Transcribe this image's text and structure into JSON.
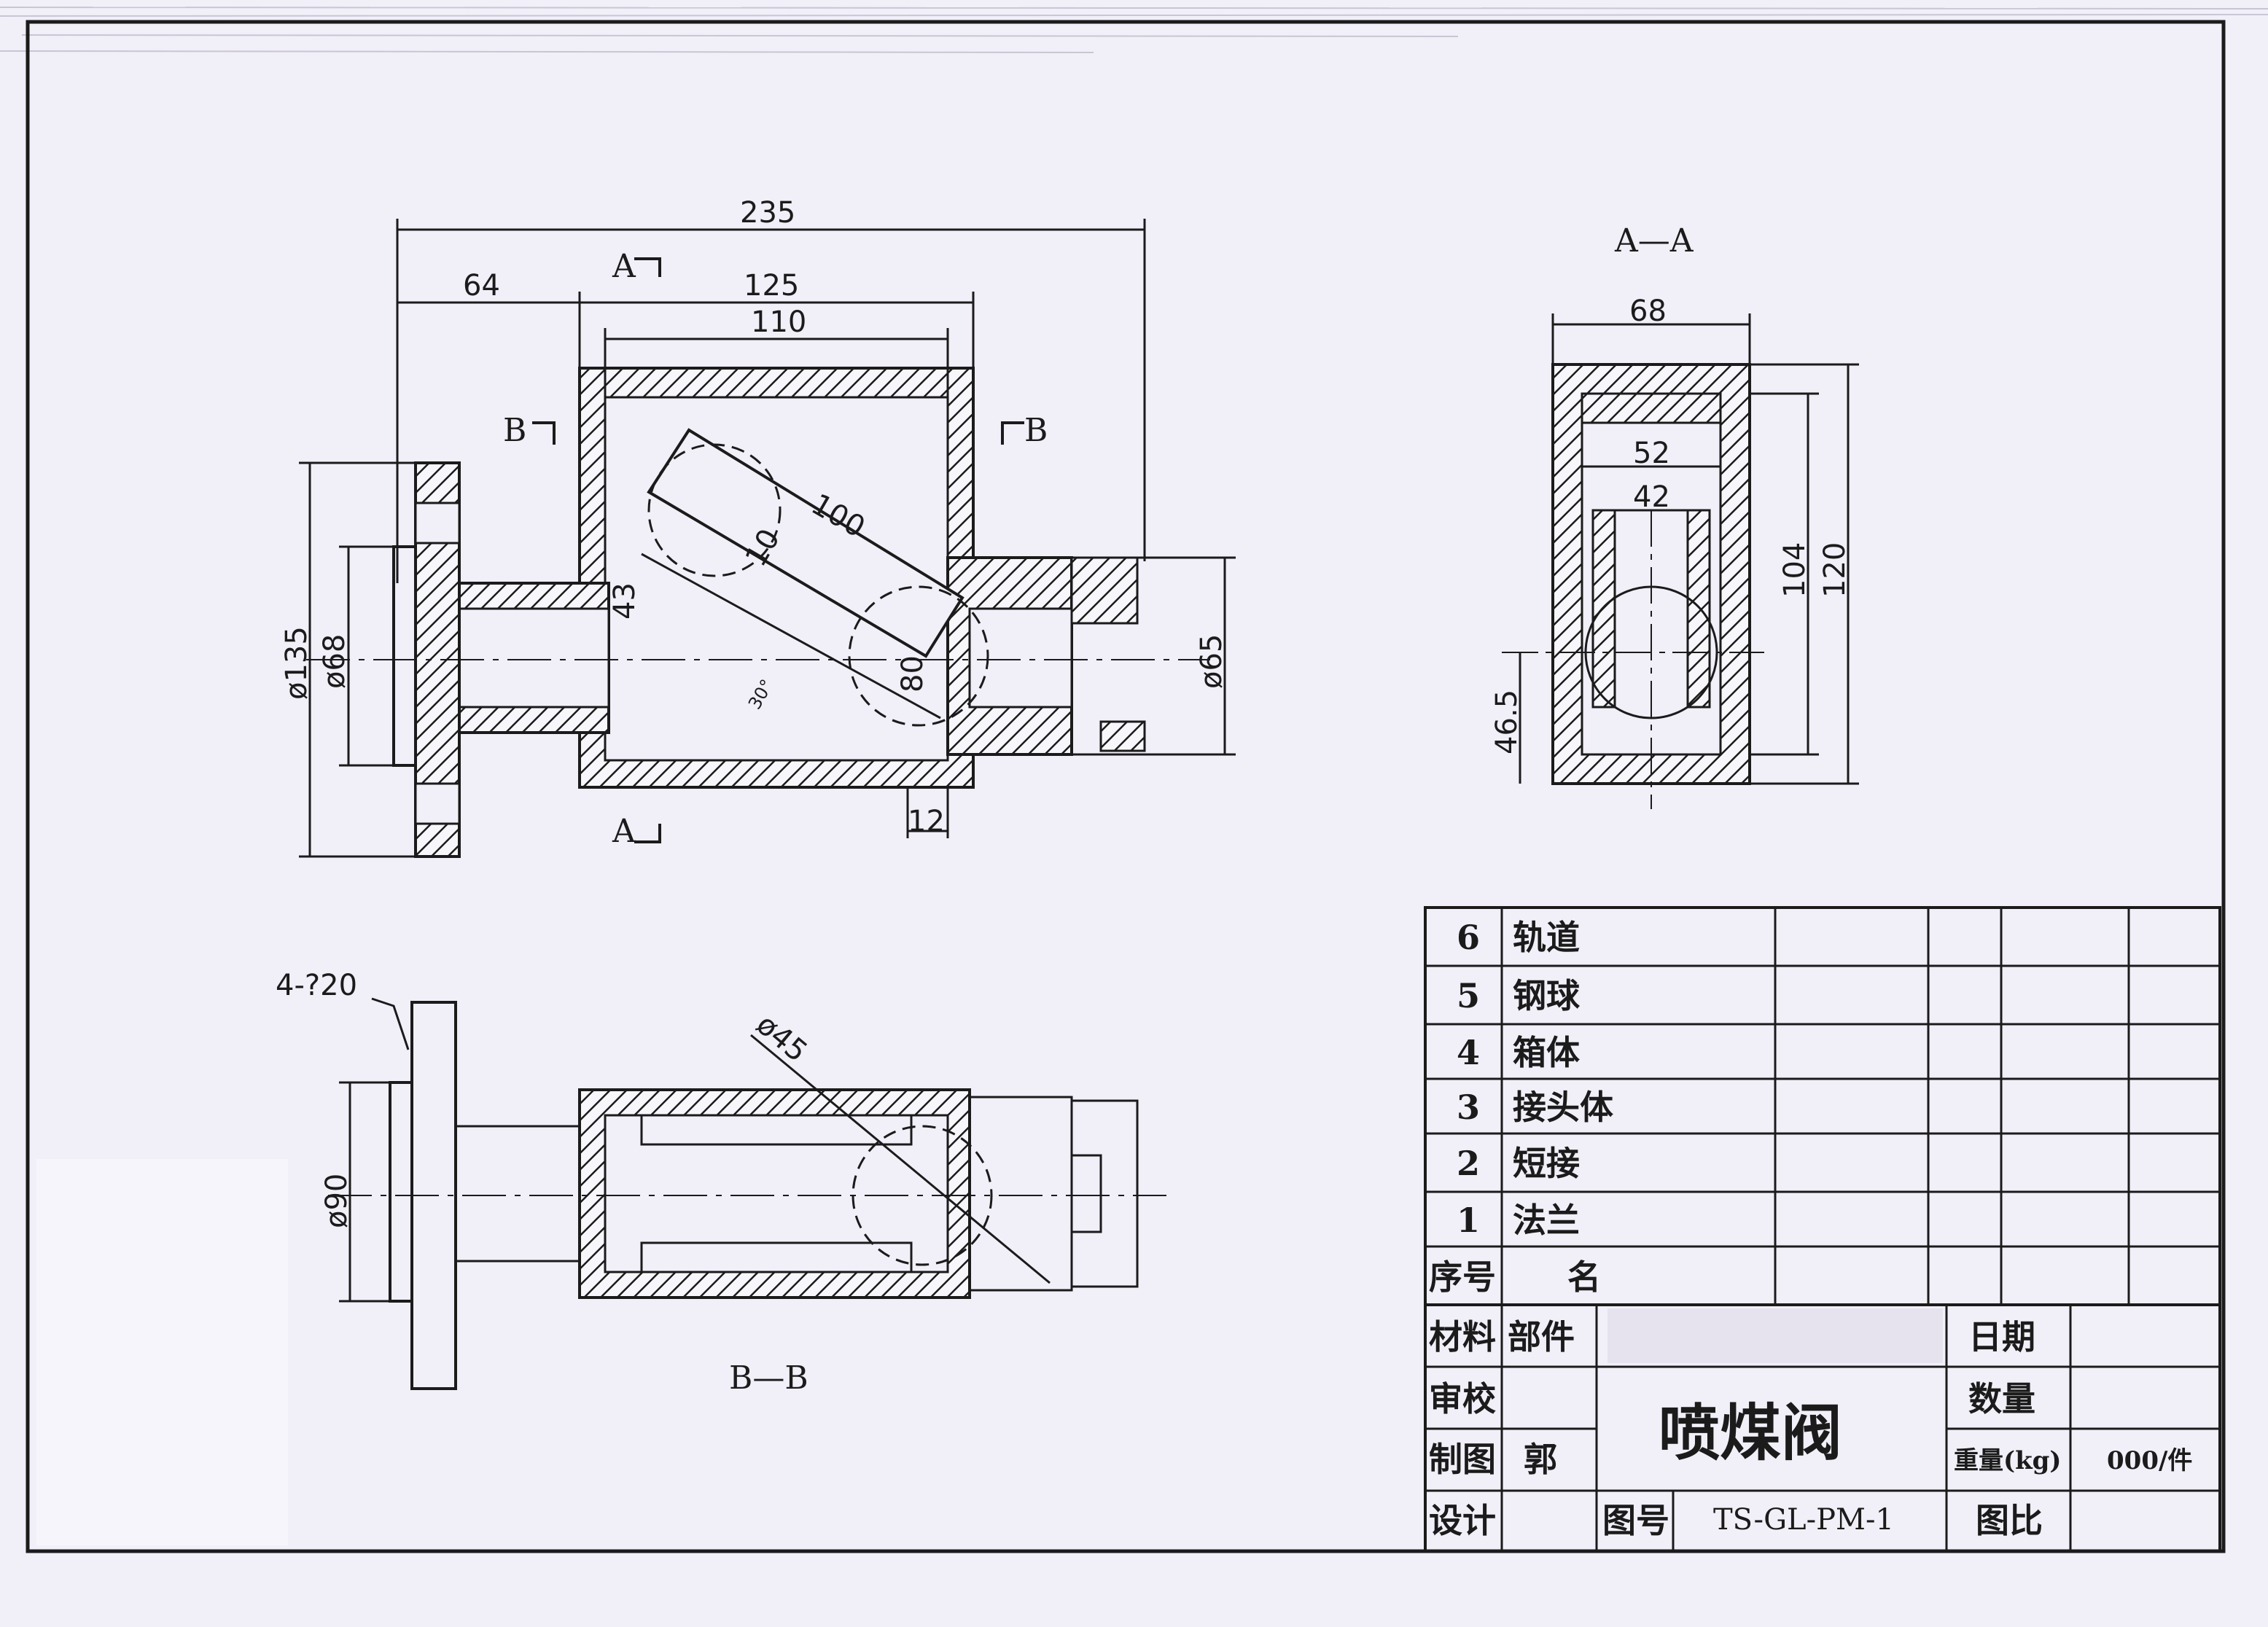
{
  "views": {
    "main": {
      "dims": {
        "total_length": "235",
        "flange_length": "64",
        "box_outer": "125",
        "box_inner": "110",
        "flange_od": "ø135",
        "flange_bore": "ø68",
        "outlet_dia": "ø65",
        "rail_len": "100",
        "rail_w": "10",
        "offset_43": "43",
        "offset_80": "80",
        "angle": "30°",
        "wall_12": "12"
      },
      "cut_a_top": "A",
      "cut_a_bottom": "A",
      "cut_b_left": "B",
      "cut_b_right": "B"
    },
    "aa": {
      "title": "A—A",
      "dims": {
        "outer_w": "68",
        "inner_w": "52",
        "ball_w": "42",
        "inner_h": "104",
        "outer_h": "120",
        "center_h": "46.5"
      }
    },
    "bb": {
      "title": "B—B",
      "dims": {
        "holes": "4-?20",
        "hub_dia": "ø90",
        "ball_dia": "ø45"
      }
    }
  },
  "bom": {
    "rows": [
      {
        "no": "6",
        "name": "轨道"
      },
      {
        "no": "5",
        "name": "钢球"
      },
      {
        "no": "4",
        "name": "箱体"
      },
      {
        "no": "3",
        "name": "接头体"
      },
      {
        "no": "2",
        "name": "短接"
      },
      {
        "no": "1",
        "name": "法兰"
      }
    ],
    "header_no": "序号",
    "header_name": "名"
  },
  "title_block": {
    "material": "材料",
    "part": "部件",
    "review": "审校",
    "drawn": "制图",
    "drawn_by": "郭",
    "design": "设计",
    "title": "喷煤阀",
    "drawing_no_label": "图号",
    "drawing_no": "TS-GL-PM-1",
    "date_label": "日期",
    "qty_label": "数量",
    "weight_label": "重量(kg)",
    "weight_value": "000/件",
    "scale_label": "图比"
  },
  "colors": {
    "paper": "#f1eff8",
    "ink": "#1b1b1b"
  }
}
